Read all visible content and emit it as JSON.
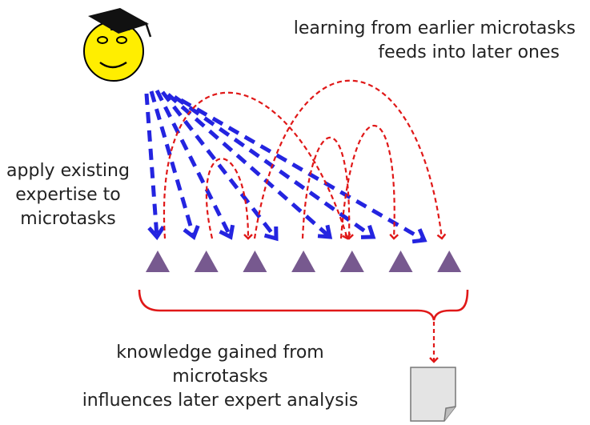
{
  "labels": {
    "top_caption": [
      "learning from earlier microtasks",
      "feeds into later ones"
    ],
    "left_caption": [
      "apply existing",
      "expertise to",
      "microtasks"
    ],
    "bottom_caption": [
      "knowledge gained from microtasks",
      "influences later expert analysis"
    ]
  },
  "colors": {
    "blue_arrow": "#2424e0",
    "red_arrow": "#e01818",
    "triangle_fill": "#77598f",
    "smiley_face": "#ffee00",
    "document_fill": "#e4e4e4"
  },
  "icons": [
    "smiley-graduate-icon",
    "triangle-icon",
    "document-icon"
  ],
  "counts": {
    "microtasks": 7
  }
}
